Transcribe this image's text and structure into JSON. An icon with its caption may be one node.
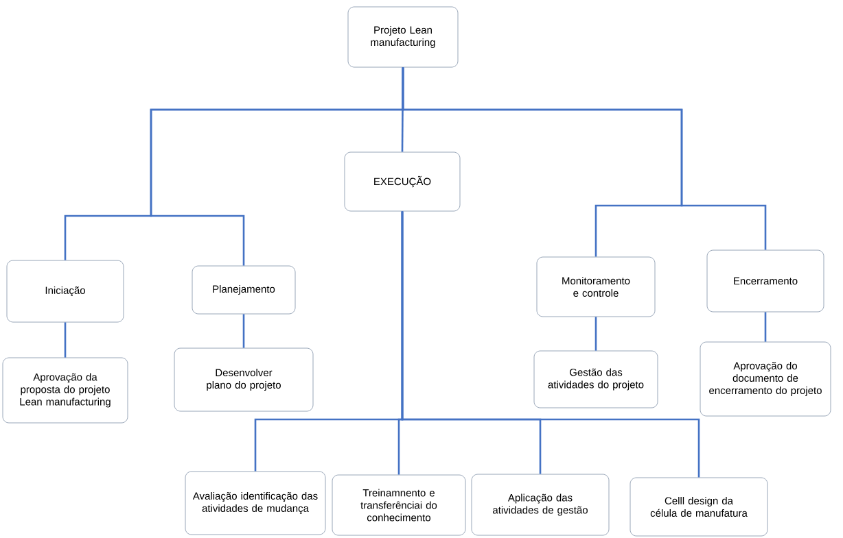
{
  "diagram": {
    "nodes": [
      {
        "text": [
          "Projeto Lean manufacturing"
        ]
      },
      {
        "text": [
          "EXECUÇÃO"
        ]
      },
      {
        "text": [
          "Iniciação"
        ]
      },
      {
        "text": [
          "Planejamento"
        ]
      },
      {
        "text": [
          "Monitoramento e controle"
        ]
      },
      {
        "text": [
          "Encerramento"
        ]
      },
      {
        "text": [
          "Aprovação da proposta do projeto Lean manufacturing"
        ]
      },
      {
        "text": [
          "Desenvolver plano do projeto"
        ]
      },
      {
        "text": [
          "Gestão das atividades do projeto"
        ]
      },
      {
        "text": [
          "Aprovação do documento de encerramento do projeto"
        ]
      },
      {
        "text": [
          "Avaliação identificação das atividades de mudança"
        ]
      },
      {
        "text": [
          "Treinamnento e transferênciai do conhecimento"
        ]
      },
      {
        "text": [
          "Aplicação das atividades de gestão"
        ]
      },
      {
        "text": [
          "Celll design da célula de manufatura"
        ]
      }
    ],
    "edges": [
      {
        "from": 0,
        "to": 2,
        "arrow": "none"
      },
      {
        "from": 0,
        "to": 3,
        "arrow": "none"
      },
      {
        "from": 0,
        "to": 1,
        "arrow": "none"
      },
      {
        "from": 0,
        "to": 4,
        "arrow": "none"
      },
      {
        "from": 0,
        "to": 5,
        "arrow": "none"
      },
      {
        "from": 2,
        "to": 6,
        "arrow": "none"
      },
      {
        "from": 3,
        "to": 7,
        "arrow": "none"
      },
      {
        "from": 4,
        "to": 8,
        "arrow": "none"
      },
      {
        "from": 5,
        "to": 9,
        "arrow": "none"
      },
      {
        "from": 1,
        "to": 10,
        "arrow": "none"
      },
      {
        "from": 1,
        "to": 11,
        "arrow": "none"
      },
      {
        "from": 1,
        "to": 12,
        "arrow": "none"
      },
      {
        "from": 1,
        "to": 13,
        "arrow": "none"
      }
    ]
  }
}
